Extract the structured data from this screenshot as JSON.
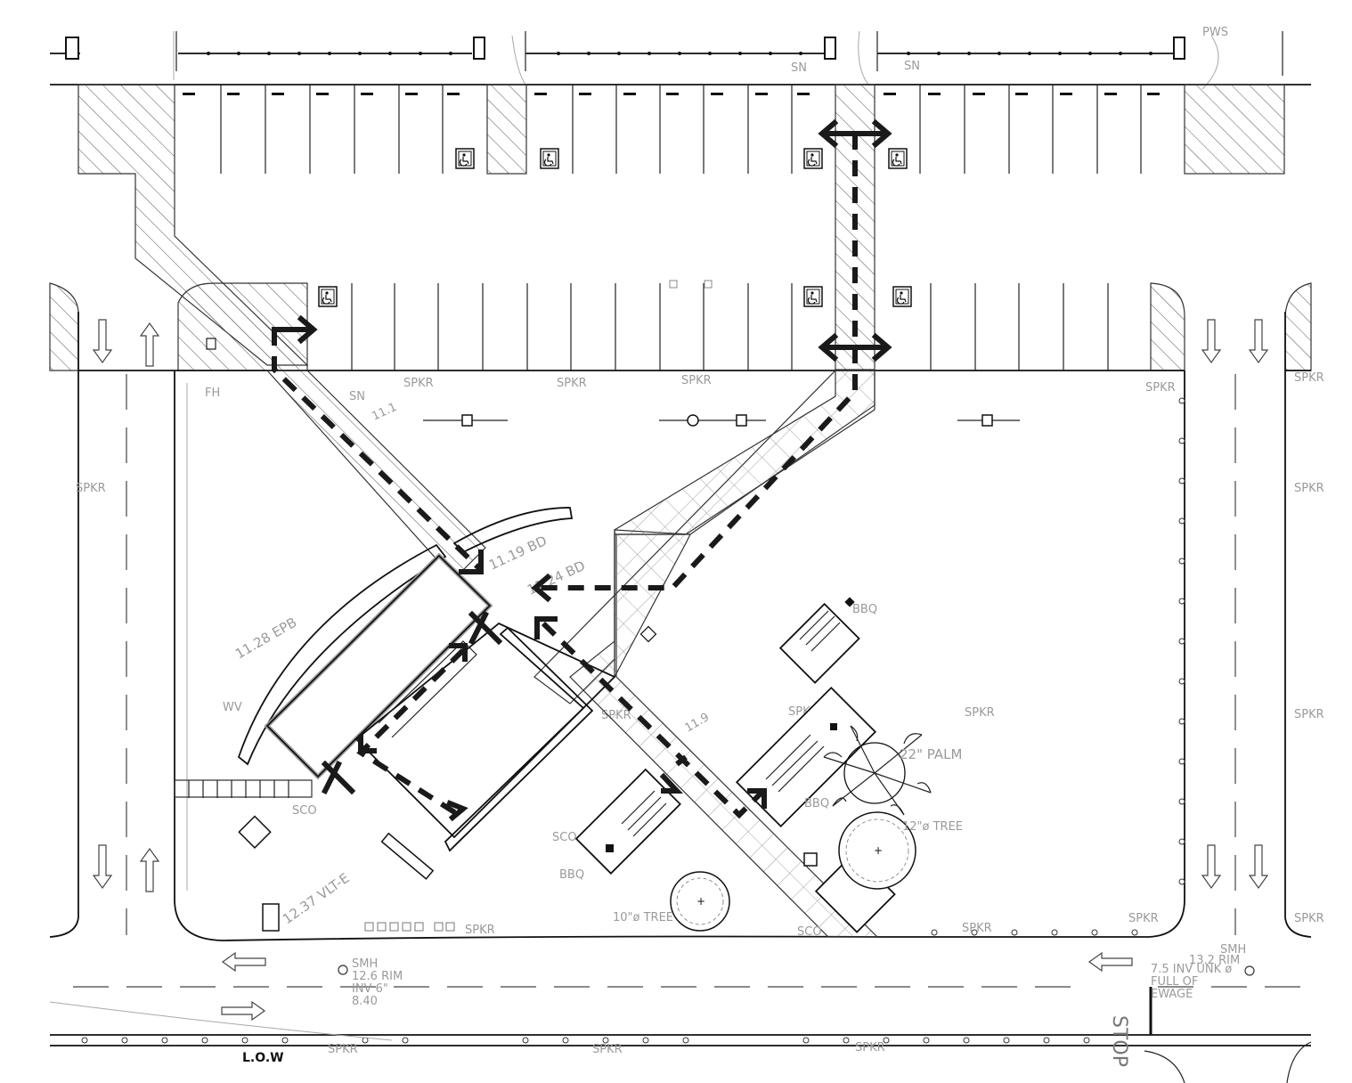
{
  "drawing": {
    "labels": {
      "fh": "FH",
      "sn1": "SN",
      "sn2": "SN",
      "sn3": "SN",
      "pws": "PWS",
      "spkr": "SPKR",
      "wv": "WV",
      "sco": "SCO",
      "bbq": "BBQ",
      "elev_1111": "11.1",
      "elev_1119": "11.19 BD",
      "elev_1124": "11.24 BD",
      "elev_1128": "11.28 EPB",
      "elev_119": "11.9",
      "elev_1237": "12.37 VLT-E",
      "palm": "22\" PALM",
      "tree12": "12\"ø TREE",
      "tree10": "10\"ø TREE",
      "smh_left": [
        "SMH",
        "12.6 RIM",
        "INV 6\"",
        "8.40"
      ],
      "smh_right": [
        "SMH",
        "13.2 RIM",
        "7.5 INV UNK ø",
        "FULL OF",
        "EWAGE"
      ],
      "stop": "STOP",
      "low": "L.O.W"
    }
  },
  "colors": {
    "linework": "#111111",
    "annotation": "#9a9a9a",
    "building_outline": "#a0a0a0",
    "background": "#ffffff"
  },
  "icons": [
    "accessible-parking-icon",
    "fire-hydrant-icon",
    "manhole-icon",
    "tree-icon",
    "palm-icon",
    "bbq-icon",
    "traffic-arrow-icon"
  ]
}
